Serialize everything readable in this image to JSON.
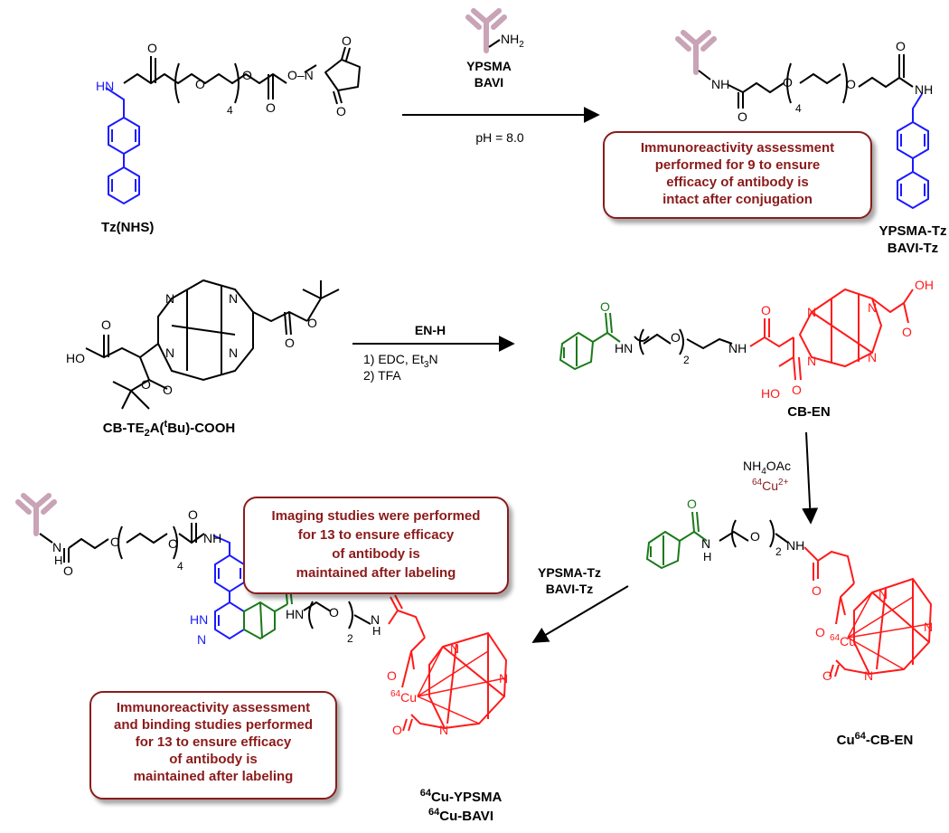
{
  "colors": {
    "black": "#000000",
    "tetrazine": "#1a1aff",
    "norbornene": "#1a7a1a",
    "chelator": "#ff1a1a",
    "antibody": "#c9a3b6",
    "note_text": "#8b1a1a",
    "note_border": "#8b1a1a"
  },
  "reaction1": {
    "reactant_label": "Tz(NHS)",
    "reagent_name_1": "YPSMA",
    "reagent_name_2": "BAVI",
    "reagent_group": "NH",
    "reagent_group_sub": "2",
    "condition": "pH = 8.0",
    "product_label_1": "YPSMA-Tz",
    "product_label_2": "BAVI-Tz",
    "note": [
      "Immunoreactivity assessment",
      "performed for 9 to ensure",
      "efficacy of antibody is",
      "intact after conjugation"
    ]
  },
  "reaction2": {
    "reactant_label_pre": "CB-TE",
    "reactant_label_sub": "2",
    "reactant_label_mid": "A(",
    "reactant_label_sup": "t",
    "reactant_label_post": "Bu)-COOH",
    "reagent": "EN-H",
    "step1_pre": "1) EDC, Et",
    "step1_sub": "3",
    "step1_post": "N",
    "step2": "2) TFA",
    "product_label": "CB-EN"
  },
  "reaction3": {
    "reagent_1_pre": "NH",
    "reagent_1_sub": "4",
    "reagent_1_post": "OAc",
    "reagent_2_sup": "64",
    "reagent_2_base": "Cu",
    "reagent_2_charge": "2+",
    "product_label_pre": "Cu",
    "product_label_sup": "64",
    "product_label_post": "-CB-EN"
  },
  "reaction4": {
    "reagent_1": "YPSMA-Tz",
    "reagent_2": "BAVI-Tz",
    "product_1_sup": "64",
    "product_1_post": "Cu-YPSMA",
    "product_2_sup": "64",
    "product_2_post": "Cu-BAVI",
    "note_imaging": [
      "Imaging studies were performed",
      "for 13 to ensure efficacy",
      "of antibody is",
      "maintained after labeling"
    ],
    "note_binding": [
      "Immunoreactivity assessment",
      "and binding studies performed",
      "for 13 to ensure efficacy",
      "of antibody is",
      "maintained after labeling"
    ]
  },
  "atoms": {
    "O": "O",
    "N": "N",
    "H": "H",
    "HN": "HN",
    "NH": "NH",
    "OH": "OH",
    "HO": "HO",
    "ON": "O–N",
    "cu_sup": "64",
    "cu": "Cu",
    "four": "4",
    "two": "2",
    "HNN": "HN"
  }
}
